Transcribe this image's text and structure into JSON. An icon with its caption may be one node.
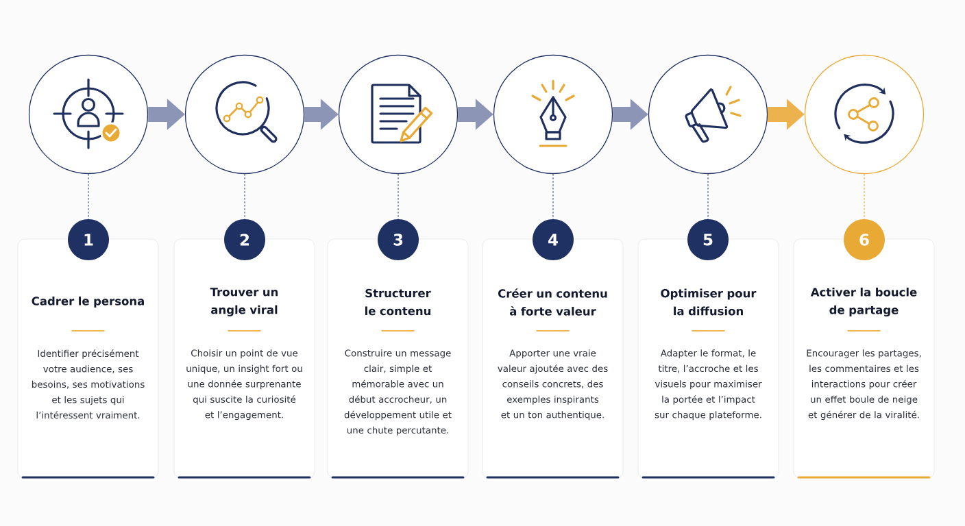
{
  "diagram": {
    "nodes": [
      {
        "text": [],
        "shape": "circle"
      },
      {
        "text": [],
        "shape": "circle"
      },
      {
        "text": [],
        "shape": "circle"
      },
      {
        "text": [],
        "shape": "circle"
      },
      {
        "text": [],
        "shape": "circle"
      },
      {
        "text": [],
        "shape": "circle"
      },
      {
        "text": [
          "1"
        ]
      },
      {
        "text": [
          "2"
        ]
      },
      {
        "text": [
          "3"
        ]
      },
      {
        "text": [
          "4"
        ]
      },
      {
        "text": [
          "5"
        ]
      },
      {
        "text": [
          "6"
        ]
      },
      {
        "text": [
          "Cadrer le persona",
          "Identifier précisément votre audience, ses besoins, ses motivations et les sujets qui l’intéressent vraiment."
        ]
      },
      {
        "text": [
          "Trouver un angle viral",
          "Choisir un point de vue unique, un insight fort ou une donnée surprenante qui suscite la curiosité et l’engagement."
        ]
      },
      {
        "text": [
          "Structurer le contenu",
          "Construire un message clair, simple et mémorable avec un début accrocheur, un développement utile et une chute percutante."
        ]
      },
      {
        "text": [
          "Créer un contenu à forte valeur",
          "Apporter une vraie valeur ajoutée avec des conseils concrets, des exemples inspirants et un ton authentique."
        ]
      },
      {
        "text": [
          "Optimiser pour la diffusion",
          "Adapter le format, le titre, l’accroche et les visuels pour maximiser la portée et l’impact sur chaque plateforme."
        ]
      },
      {
        "text": [
          "Activer la boucle de partage",
          "Encourager les partages, les commentaires et les interactions pour créer un effet boule de neige et générer de la viralité."
        ]
      }
    ],
    "edges": [
      {
        "from": 0,
        "to": 1,
        "arrow": "to",
        "style": "thick"
      },
      {
        "from": 1,
        "to": 2,
        "arrow": "to",
        "style": "thick"
      },
      {
        "from": 2,
        "to": 3,
        "arrow": "to",
        "style": "thick"
      },
      {
        "from": 3,
        "to": 4,
        "arrow": "to",
        "style": "thick"
      },
      {
        "from": 4,
        "to": 5,
        "arrow": "to",
        "style": "thick",
        "color": "#ebb24e"
      },
      {
        "from": 0,
        "to": 6,
        "arrow": "none",
        "style": "dashed"
      },
      {
        "from": 1,
        "to": 7,
        "arrow": "none",
        "style": "dashed"
      },
      {
        "from": 2,
        "to": 8,
        "arrow": "none",
        "style": "dashed"
      },
      {
        "from": 3,
        "to": 9,
        "arrow": "none",
        "style": "dashed"
      },
      {
        "from": 4,
        "to": 10,
        "arrow": "none",
        "style": "dashed"
      },
      {
        "from": 5,
        "to": 11,
        "arrow": "none",
        "style": "dashed",
        "color": "#e8a935"
      }
    ]
  }
}
